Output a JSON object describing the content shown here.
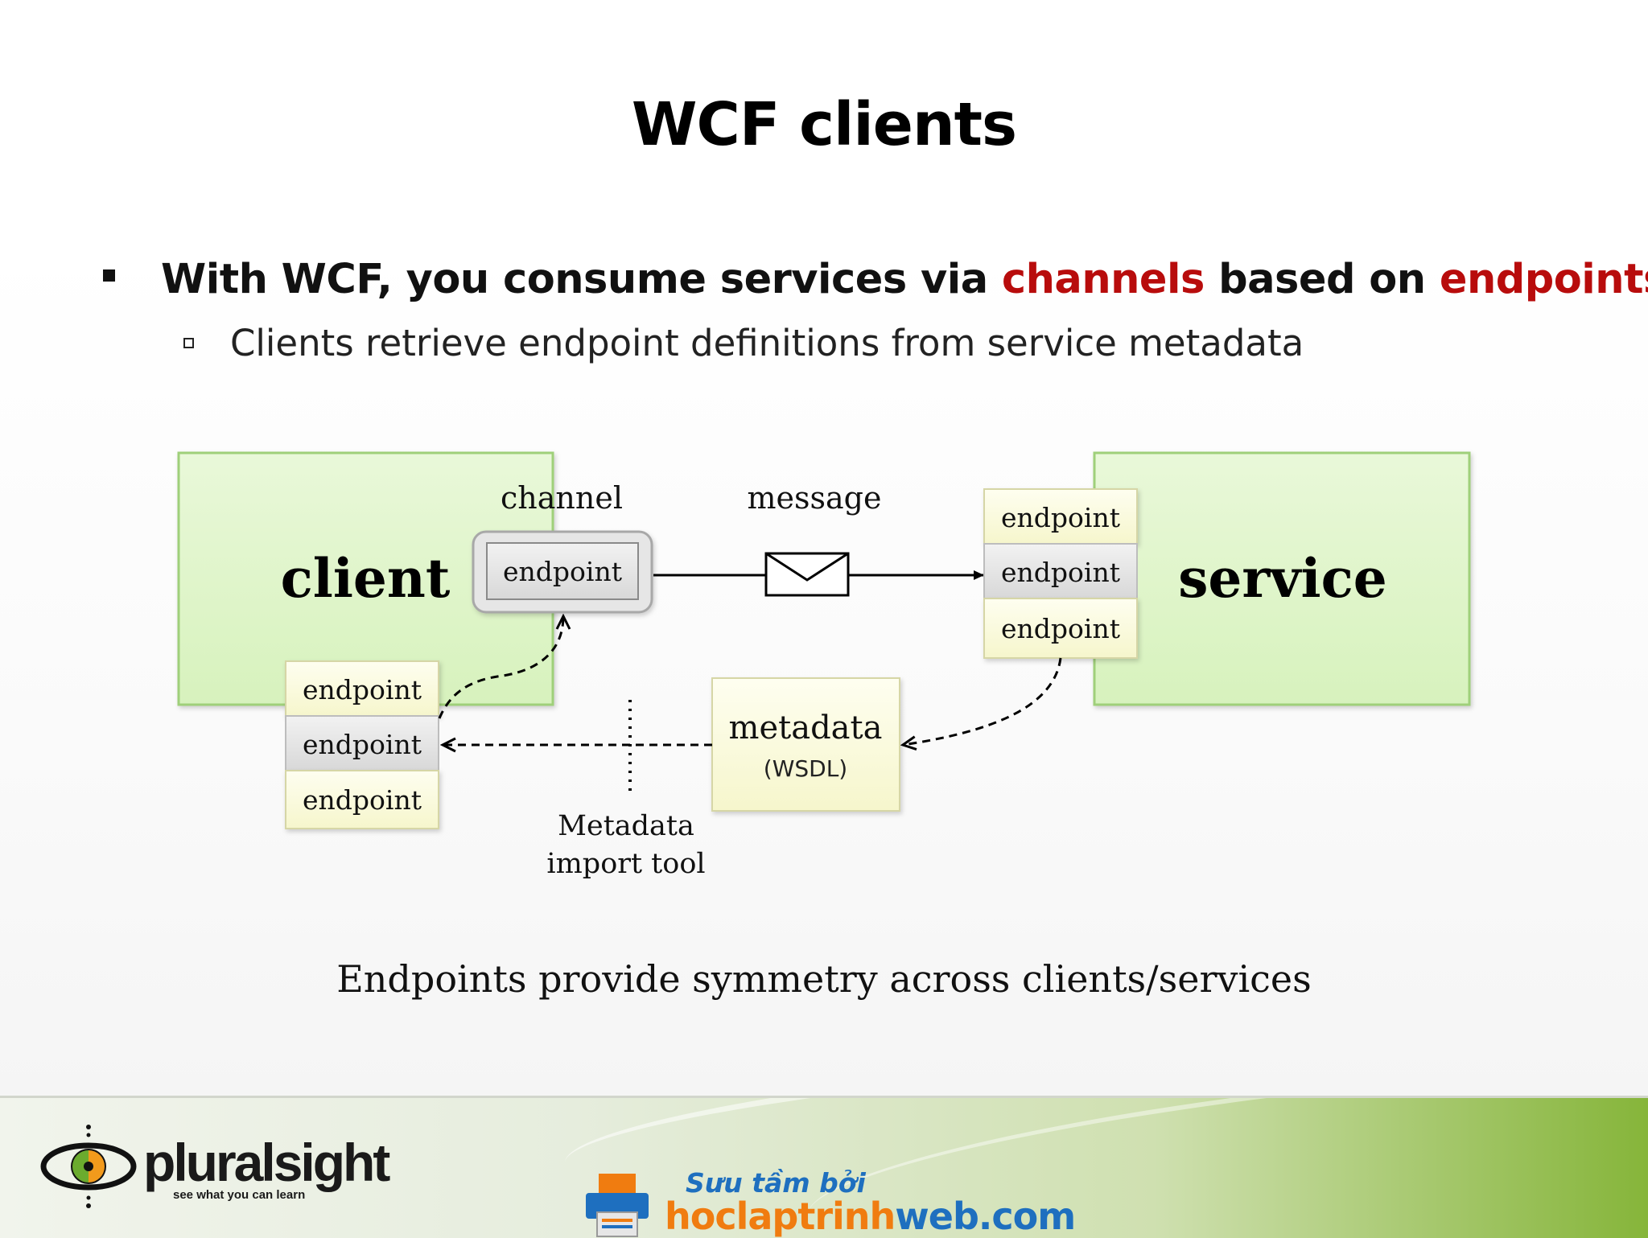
{
  "title": "WCF clients",
  "bullet1": {
    "pre": "With WCF, you consume services via ",
    "red1": "channels",
    "mid": " based on ",
    "red2": "endpoints"
  },
  "bullet2": "Clients retrieve endpoint definitions from service metadata",
  "diagram": {
    "client_label": "client",
    "service_label": "service",
    "channel_label": "channel",
    "message_label": "message",
    "channel_endpoint": "endpoint",
    "service_endpoints": [
      "endpoint",
      "endpoint",
      "endpoint"
    ],
    "client_endpoints": [
      "endpoint",
      "endpoint",
      "endpoint"
    ],
    "metadata_label": "metadata",
    "metadata_sub": "(WSDL)",
    "tool_line1": "Metadata",
    "tool_line2": "import tool"
  },
  "caption": "Endpoints provide symmetry across clients/services",
  "footer": {
    "brand": "pluralsight",
    "tagline": "see what you can learn",
    "site_top": "Sưu tầm bởi",
    "site_main_a": "hoclaptrinh",
    "site_main_b": "web.com"
  },
  "colors": {
    "accent_red": "#b80c0c",
    "box_green": "#dff5c8",
    "endpoint_yellow": "#fbfbd8",
    "endpoint_grey": "#e4e4e4"
  }
}
